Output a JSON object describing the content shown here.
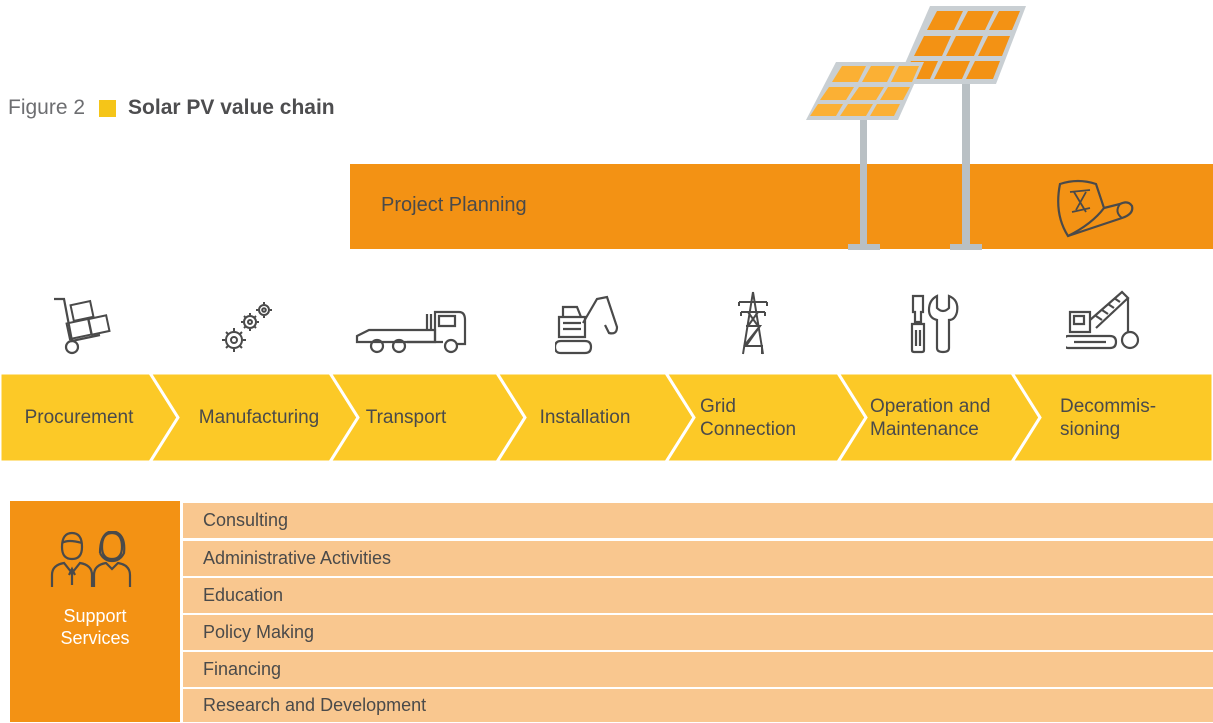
{
  "figure": {
    "number": "Figure 2",
    "title": "Solar PV value chain",
    "accent_color": "#f5c518"
  },
  "project_planning": {
    "label": "Project Planning",
    "color": "#f39214",
    "icon": "blueprint-scroll-icon"
  },
  "value_chain": {
    "color": "#fcc927",
    "steps": [
      {
        "label": "Procurement",
        "icon": "hand-truck-boxes-icon"
      },
      {
        "label": "Manufacturing",
        "icon": "gears-icon"
      },
      {
        "label": "Transport",
        "icon": "flatbed-truck-icon"
      },
      {
        "label": "Installation",
        "icon": "excavator-icon"
      },
      {
        "label": "Grid\nConnection",
        "icon": "transmission-tower-icon"
      },
      {
        "label": "Operation and\nMaintenance",
        "icon": "tools-icon"
      },
      {
        "label": "Decommis-\nsioning",
        "icon": "wrecking-crane-icon"
      }
    ]
  },
  "support_services": {
    "label": "Support\nServices",
    "icon": "people-icon",
    "box_color": "#f39214",
    "row_color": "#f9c78f",
    "items": [
      "Consulting",
      "Administrative Activities",
      "Education",
      "Policy Making",
      "Financing",
      "Research and Development"
    ]
  },
  "illustration": {
    "icon": "solar-panels-icon"
  }
}
